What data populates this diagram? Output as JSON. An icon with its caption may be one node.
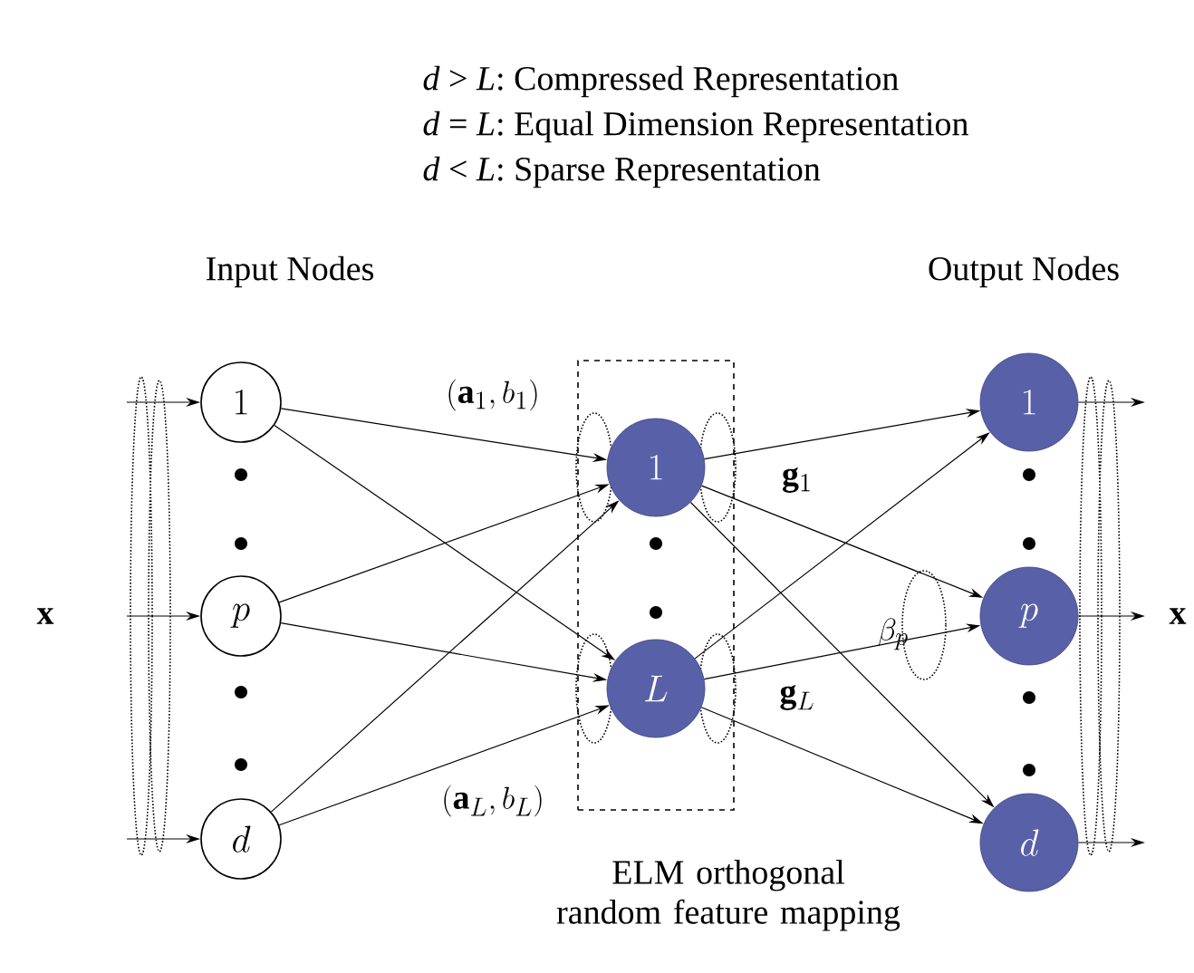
{
  "diagram": {
    "nodes": [
      {
        "text": [
          "1"
        ]
      },
      {
        "text": [
          "p"
        ]
      },
      {
        "text": [
          "d"
        ]
      },
      {
        "text": [
          "ELM orthogonal random feature mapping"
        ]
      },
      {
        "text": [
          "1"
        ],
        "in": 3
      },
      {
        "text": [
          "L"
        ],
        "in": 3
      },
      {
        "text": [
          "1"
        ]
      },
      {
        "text": [
          "p"
        ]
      },
      {
        "text": [
          "d"
        ]
      }
    ],
    "edges": [
      {
        "from": null,
        "to": 0,
        "arrow": "to"
      },
      {
        "from": null,
        "to": 1,
        "arrow": "to"
      },
      {
        "from": null,
        "to": 2,
        "arrow": "to"
      },
      {
        "from": 0,
        "to": 4,
        "arrow": "to"
      },
      {
        "from": 0,
        "to": 5,
        "arrow": "to"
      },
      {
        "from": 1,
        "to": 4,
        "arrow": "to"
      },
      {
        "from": 1,
        "to": 5,
        "arrow": "to"
      },
      {
        "from": 2,
        "to": 4,
        "arrow": "to"
      },
      {
        "from": 2,
        "to": 5,
        "arrow": "to"
      },
      {
        "from": 4,
        "to": 6,
        "arrow": "to"
      },
      {
        "from": 4,
        "to": 7,
        "arrow": "to"
      },
      {
        "from": 4,
        "to": 8,
        "arrow": "to"
      },
      {
        "from": 5,
        "to": 6,
        "arrow": "to"
      },
      {
        "from": 5,
        "to": 7,
        "arrow": "to"
      },
      {
        "from": 5,
        "to": 8,
        "arrow": "to"
      },
      {
        "from": 6,
        "to": null,
        "arrow": "to"
      },
      {
        "from": 7,
        "to": null,
        "arrow": "to"
      },
      {
        "from": 8,
        "to": null,
        "arrow": "to"
      }
    ],
    "labels": [
      "*d* > *L*: Compressed Representation",
      "*d* = *L*: Equal Dimension Representation",
      "*d* < *L*: Sparse Representation",
      "Input Nodes",
      "Output Nodes",
      "(\\mathbf{a}_1, b_1)",
      "\\mathbf{x}",
      "\\mathbf{g}_1",
      "\\beta_p",
      "\\mathbf{x}",
      "\\mathbf{g}_L",
      "(\\mathbf{a}_L, b_L)"
    ]
  }
}
